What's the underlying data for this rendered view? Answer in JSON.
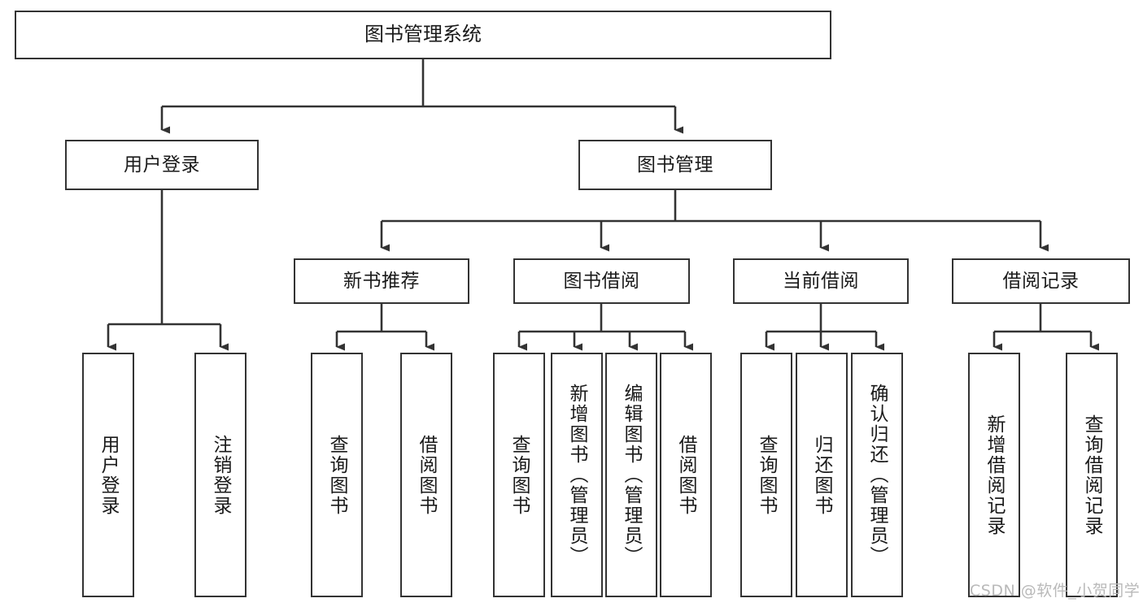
{
  "diagram": {
    "title": "图书管理系统",
    "type": "tree-hierarchy-diagram",
    "root": {
      "label": "图书管理系统"
    },
    "level2": [
      {
        "label": "用户登录"
      },
      {
        "label": "图书管理"
      }
    ],
    "level3": [
      {
        "label": "新书推荐"
      },
      {
        "label": "图书借阅"
      },
      {
        "label": "当前借阅"
      },
      {
        "label": "借阅记录"
      }
    ],
    "leaves": {
      "user_login": [
        {
          "label": "用户登录"
        },
        {
          "label": "注销登录"
        }
      ],
      "new_book_recommend": [
        {
          "label": "查询图书"
        },
        {
          "label": "借阅图书"
        }
      ],
      "book_borrow": [
        {
          "label": "查询图书"
        },
        {
          "label": "新增图书（管理员）"
        },
        {
          "label": "编辑图书（管理员）"
        },
        {
          "label": "借阅图书"
        }
      ],
      "current_borrow": [
        {
          "label": "查询图书"
        },
        {
          "label": "归还图书"
        },
        {
          "label": "确认归还（管理员）"
        }
      ],
      "borrow_record": [
        {
          "label": "新增借阅记录"
        },
        {
          "label": "查询借阅记录"
        }
      ]
    }
  },
  "watermark": {
    "text": "CSDN @软件_小贺同学"
  },
  "colors": {
    "stroke": "#333333",
    "background": "#ffffff",
    "text": "#1a1a1a",
    "watermark": "#b9b9b9"
  }
}
